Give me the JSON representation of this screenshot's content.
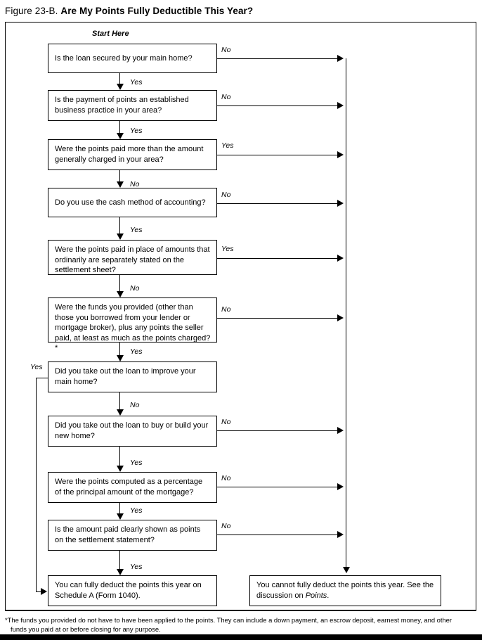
{
  "figure": {
    "number_label": "Figure 23-B.",
    "title": "Are My Points Fully Deductible This Year?",
    "start_label": "Start Here"
  },
  "nodes": [
    {
      "id": "q1",
      "text": "Is the loan secured by your main home?"
    },
    {
      "id": "q2",
      "text": "Is the payment of points an established business practice in your area?"
    },
    {
      "id": "q3",
      "text": "Were the points paid more than the amount generally charged in your area?"
    },
    {
      "id": "q4",
      "text": "Do you use the cash method of accounting?"
    },
    {
      "id": "q5",
      "text": "Were the points paid in place of amounts that ordinarily are separately stated on the settlement sheet?"
    },
    {
      "id": "q6",
      "text": "Were the funds you provided (other than those you borrowed from your lender or mortgage broker), plus any points the seller paid, at least as much as the points charged?*"
    },
    {
      "id": "q7",
      "text": "Did you take out the loan to improve your main home?"
    },
    {
      "id": "q8",
      "text": "Did you take out the loan to buy or build your new home?"
    },
    {
      "id": "q9",
      "text": "Were the points computed as a percentage of the principal amount of the mortgage?"
    },
    {
      "id": "q10",
      "text": "Is the amount paid clearly shown as points on the settlement statement?"
    }
  ],
  "outcomes": {
    "deductible_line1": "You can fully deduct the points this year on",
    "deductible_line2": "Schedule A (Form 1040).",
    "not_deductible_line1": "You cannot fully deduct the points this year. See the",
    "not_deductible_line2_a": "discussion on ",
    "not_deductible_line2_italic": "Points",
    "not_deductible_line2_b": "."
  },
  "edge_labels": {
    "q1_right": "No",
    "q1_down": "Yes",
    "q2_right": "No",
    "q2_down": "Yes",
    "q3_right": "Yes",
    "q3_down": "No",
    "q4_right": "No",
    "q4_down": "Yes",
    "q5_right": "Yes",
    "q5_down": "No",
    "q6_right": "No",
    "q6_down": "Yes",
    "q7_left": "Yes",
    "q7_down": "No",
    "q8_right": "No",
    "q8_down": "Yes",
    "q9_right": "No",
    "q9_down": "Yes",
    "q10_right": "No",
    "q10_down": "Yes"
  },
  "footnote": {
    "line1": "*The funds you provided do not have to have been applied to the points. They can include a down payment, an escrow deposit, earnest money, and other",
    "line2": "funds you paid at or before closing for any purpose."
  },
  "colors": {
    "ink": "#000000",
    "paper": "#ffffff"
  }
}
